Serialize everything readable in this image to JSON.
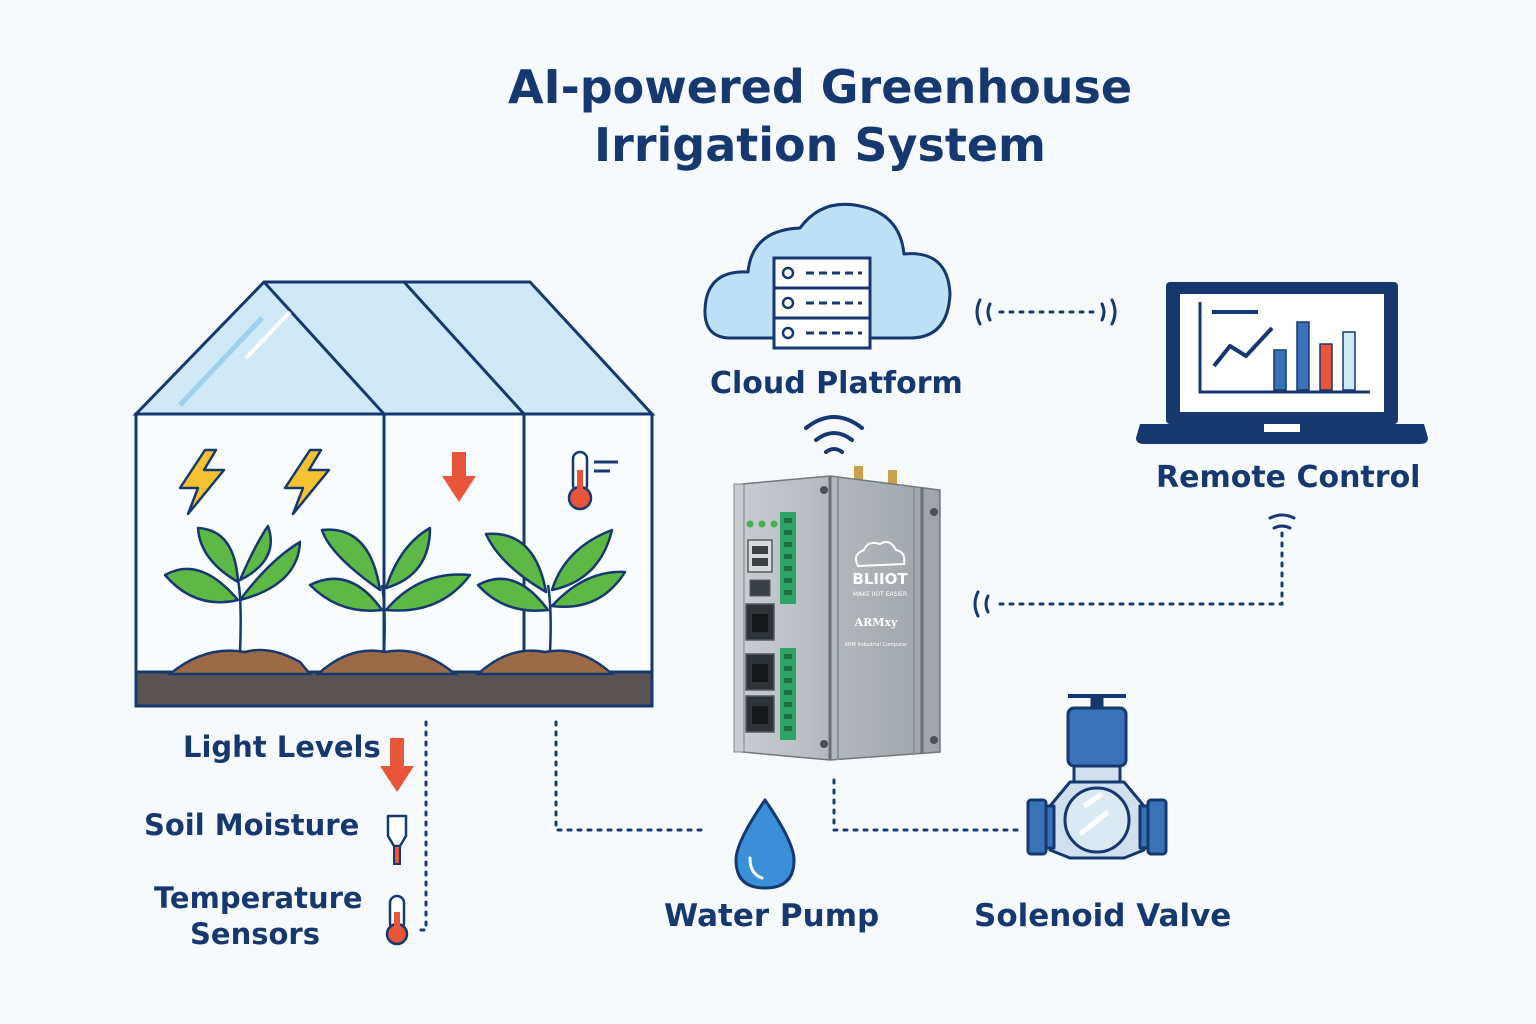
{
  "title": {
    "line1": "AI-powered Greenhouse",
    "line2": "Irrigation System"
  },
  "labels": {
    "cloud_platform": "Cloud Platform",
    "remote_control": "Remote Control",
    "light_levels": "Light Levels",
    "soil_moisture": "Soil Moisture",
    "temperature_sensors_line1": "Temperature",
    "temperature_sensors_line2": "Sensors",
    "water_pump": "Water Pump",
    "solenoid_valve": "Solenoid Valve"
  },
  "device": {
    "brand": "BLIIOT",
    "tagline": "MAKE IIOT EASIER",
    "model": "ARMxy",
    "subtitle": "ARM Industrial Computer"
  },
  "colors": {
    "navy": "#16386e",
    "leaf_green": "#5db845",
    "glass_blue": "#cfe9f8",
    "alert_red": "#e8553a",
    "bolt_yellow": "#f5c232",
    "soil_brown": "#9c6a46",
    "cloud_blue": "#bfe1f7",
    "device_gray": "#a9aeb3"
  },
  "icons": [
    "greenhouse-icon",
    "lightning-icon",
    "down-arrow-icon",
    "thermometer-icon",
    "cloud-server-icon",
    "wifi-icon",
    "laptop-chart-icon",
    "water-drop-icon",
    "solenoid-valve-icon",
    "soil-probe-icon"
  ]
}
